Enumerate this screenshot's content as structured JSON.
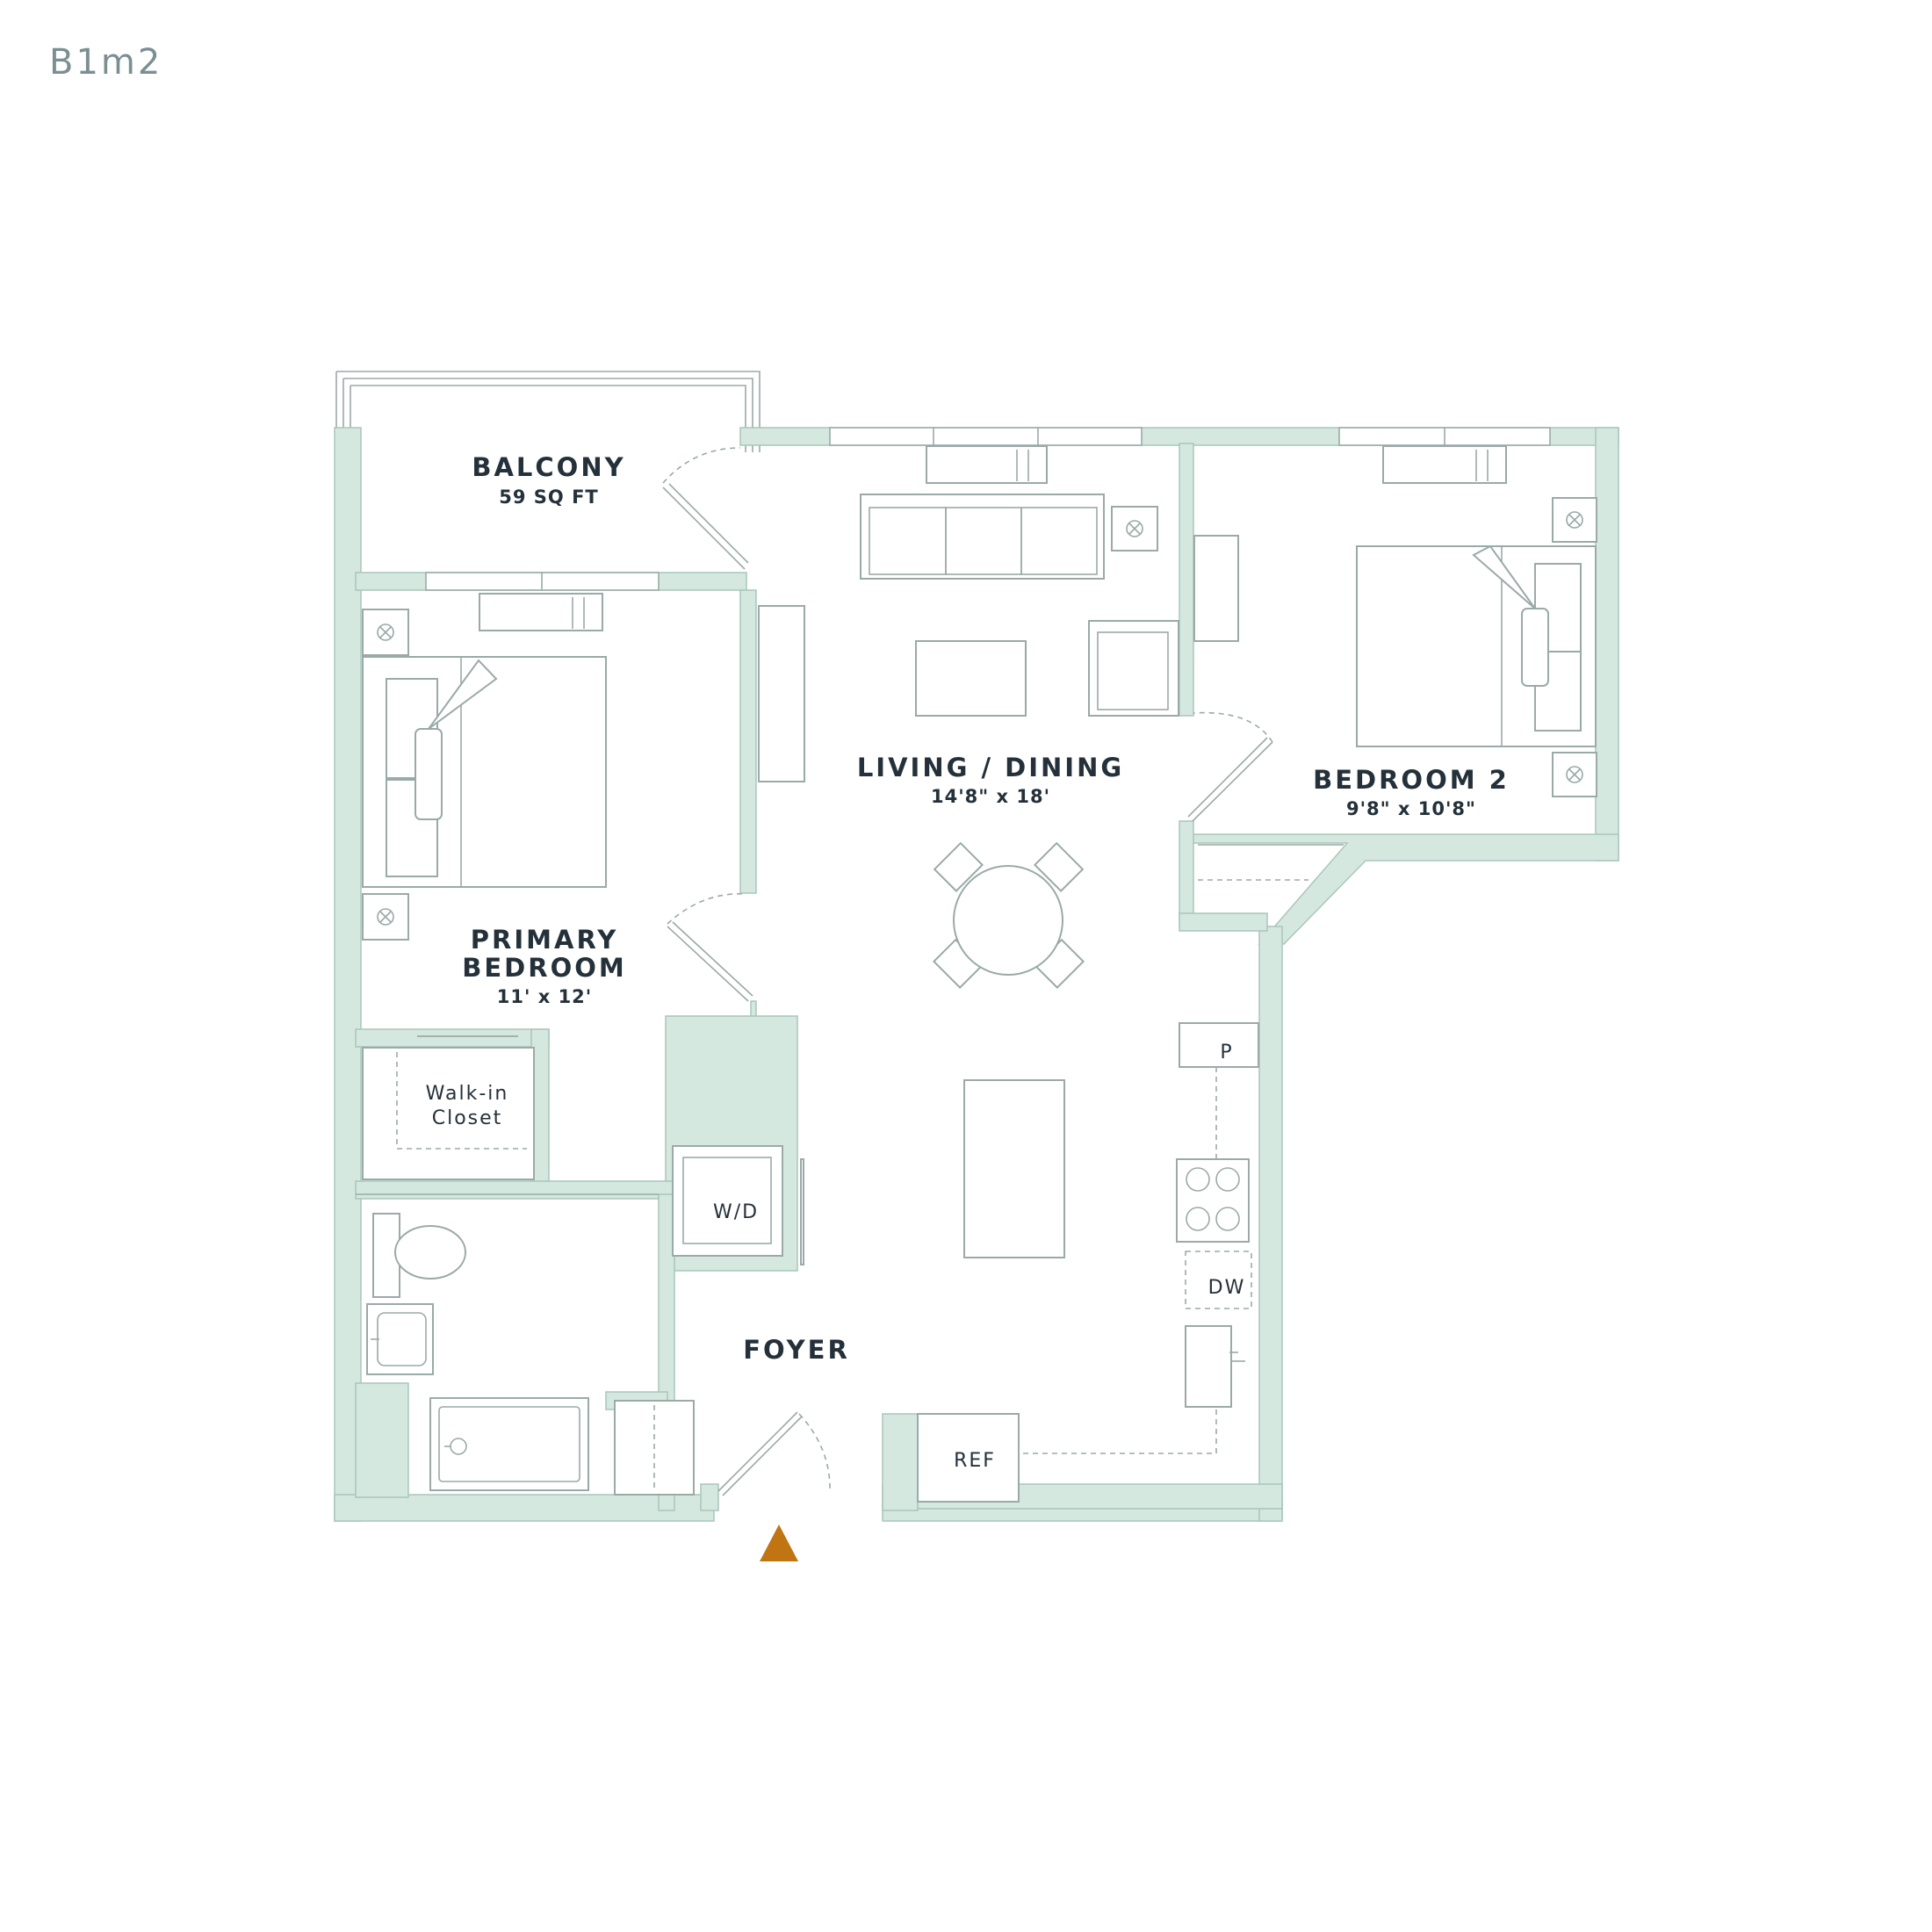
{
  "plan": {
    "code": "B1m2"
  },
  "rooms": {
    "balcony": {
      "name": "BALCONY",
      "size": "59 SQ FT"
    },
    "living": {
      "name": "LIVING / DINING",
      "size": "14'8\" x 18'"
    },
    "bedroom2": {
      "name": "BEDROOM 2",
      "size": "9'8\" x 10'8\""
    },
    "primary": {
      "line1": "PRIMARY",
      "line2": "BEDROOM",
      "size": "11' x 12'"
    },
    "closet": {
      "line1": "Walk-in",
      "line2": "Closet"
    },
    "foyer": {
      "name": "FOYER"
    }
  },
  "fixtures": {
    "washer_dryer": "W/D",
    "pantry": "P",
    "dishwasher": "DW",
    "refrigerator": "REF"
  },
  "colors": {
    "wall_fill": "#d5e8e0",
    "line": "#9aaaa8",
    "text": "#24313a",
    "entry_marker": "#c07512"
  },
  "icons": {
    "entry": "triangle-up-icon",
    "outlet": "outlet-icon"
  }
}
